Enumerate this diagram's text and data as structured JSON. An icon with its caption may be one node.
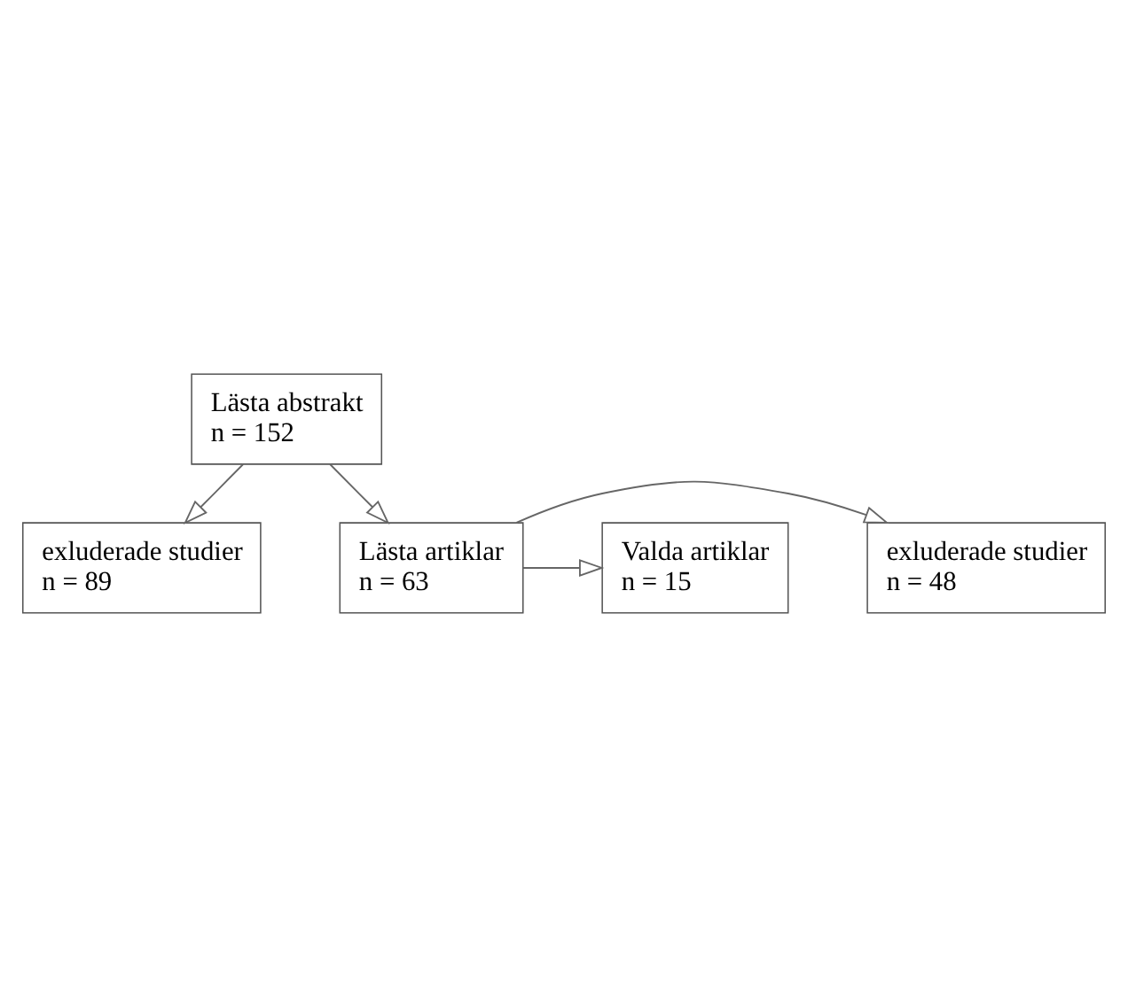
{
  "diagram": {
    "nodes": [
      {
        "text": [
          "Lästa abstrakt",
          "n = 152"
        ]
      },
      {
        "text": [
          "exluderade studier",
          "n = 89"
        ]
      },
      {
        "text": [
          "Lästa artiklar",
          "n = 63"
        ]
      },
      {
        "text": [
          "exluderade studier",
          "n = 48"
        ]
      },
      {
        "text": [
          "Valda artiklar",
          "n = 15"
        ]
      }
    ],
    "edges": [
      {
        "from": 0,
        "to": 1,
        "arrow": "to"
      },
      {
        "from": 0,
        "to": 2,
        "arrow": "to"
      },
      {
        "from": 2,
        "to": 3,
        "arrow": "to"
      },
      {
        "from": 2,
        "to": 4,
        "arrow": "to"
      }
    ]
  }
}
